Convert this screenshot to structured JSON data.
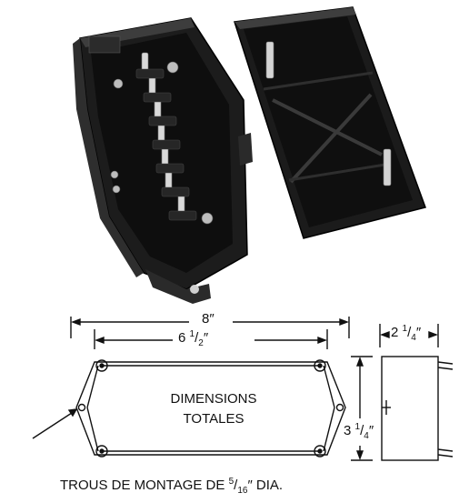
{
  "photo": {
    "description_icon": "junction-box-photo"
  },
  "drawing": {
    "overall_length": "8″",
    "inner_length_whole": "6",
    "inner_length_frac_num": "1",
    "inner_length_frac_den": "2",
    "inner_length_unit": "″",
    "depth_whole": "2",
    "depth_frac_num": "1",
    "depth_frac_den": "4",
    "depth_unit": "″",
    "width_whole": "3",
    "width_frac_num": "1",
    "width_frac_den": "4",
    "width_unit": "″",
    "center_label_line1": "DIMENSIONS",
    "center_label_line2": "TOTALES",
    "note_prefix": "TROUS DE MONTAGE DE ",
    "note_frac_num": "5",
    "note_frac_den": "16",
    "note_suffix": "″ DIA."
  },
  "colors": {
    "box_dark": "#1a1a1a",
    "box_mid": "#3a3a3a",
    "line": "#111111"
  }
}
